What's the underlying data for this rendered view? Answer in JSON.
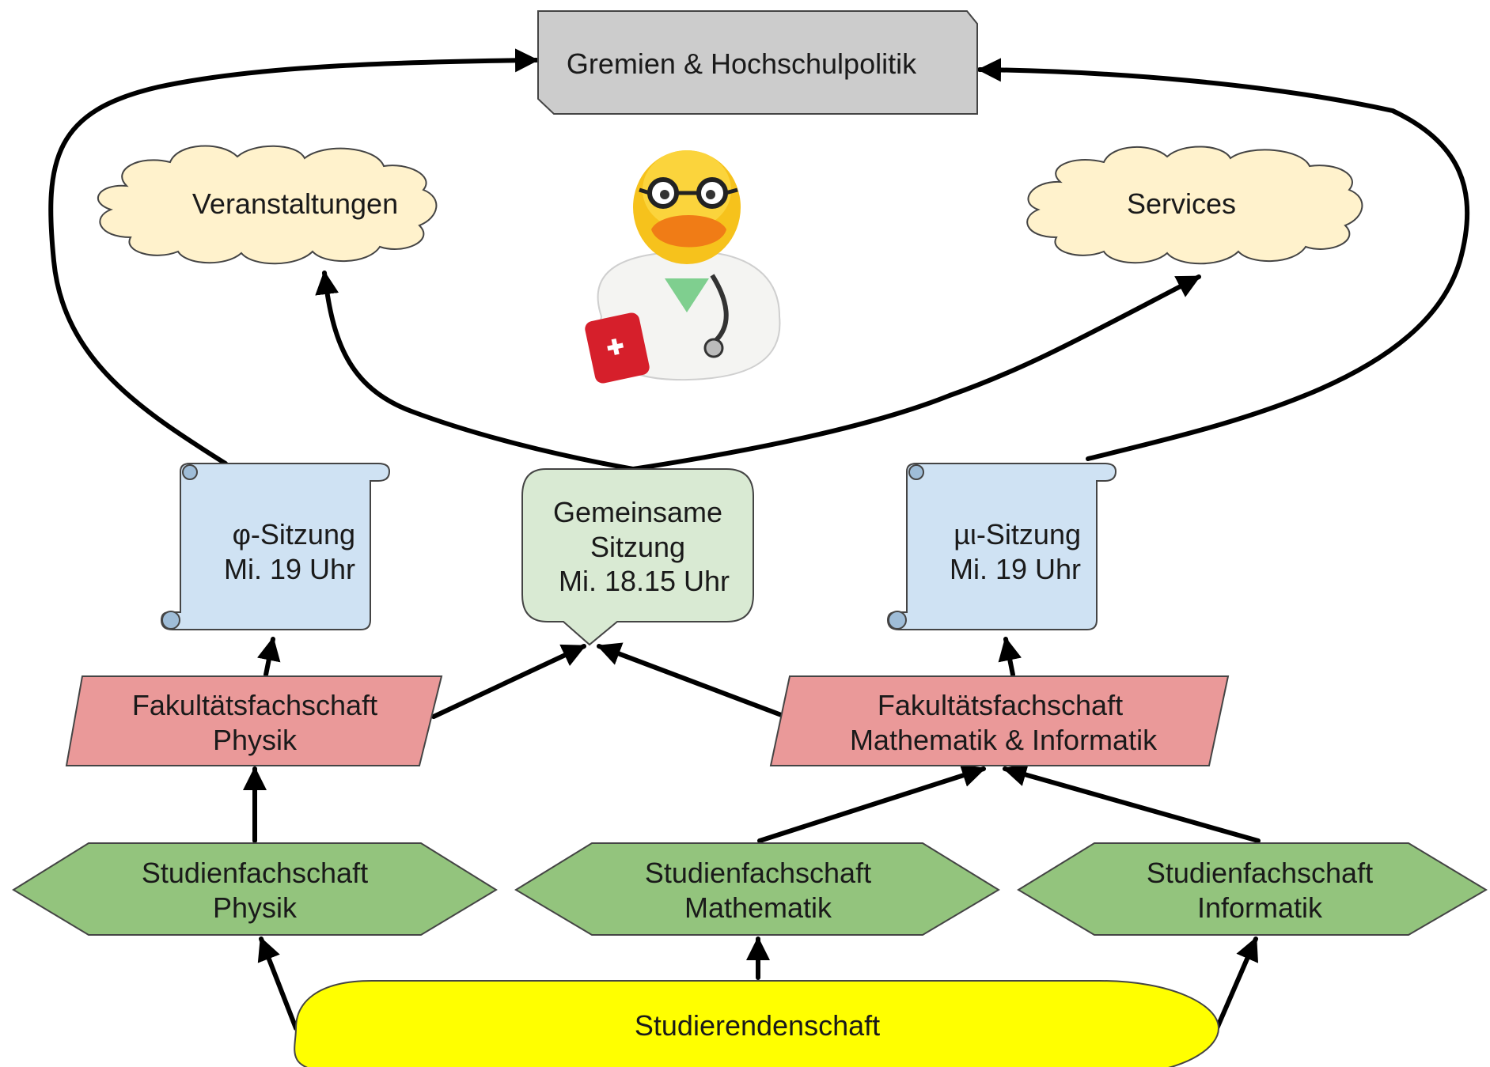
{
  "nodes": {
    "gremien": {
      "lines": [
        "Gremien & Hochschulpolitik"
      ]
    },
    "veranstaltungen": {
      "lines": [
        "Veranstaltungen"
      ]
    },
    "services": {
      "lines": [
        "Services"
      ]
    },
    "phi_sitzung": {
      "lines": [
        "φ-Sitzung",
        "Mi. 19 Uhr"
      ]
    },
    "gemeinsame_sitzung": {
      "lines": [
        "Gemeinsame",
        "Sitzung",
        "Mi. 18.15 Uhr"
      ]
    },
    "mui_sitzung": {
      "lines": [
        "µι-Sitzung",
        "Mi. 19 Uhr"
      ]
    },
    "fak_physik": {
      "lines": [
        "Fakultätsfachschaft",
        "Physik"
      ]
    },
    "fak_mathinf": {
      "lines": [
        "Fakultätsfachschaft",
        "Mathematik & Informatik"
      ]
    },
    "stud_physik": {
      "lines": [
        "Studienfachschaft",
        "Physik"
      ]
    },
    "stud_mathe": {
      "lines": [
        "Studienfachschaft",
        "Mathematik"
      ]
    },
    "stud_info": {
      "lines": [
        "Studienfachschaft",
        "Informatik"
      ]
    },
    "studierendenschaft": {
      "lines": [
        "Studierendenschaft"
      ]
    }
  },
  "colors": {
    "gremien_fill": "#cccccc",
    "cloud_fill": "#fff2cc",
    "scroll_fill": "#cfe2f3",
    "callout_fill": "#d9ead3",
    "fakultaet_fill": "#ea9999",
    "hexagon_fill": "#93c47d",
    "oval_fill": "#ffff00",
    "edge_color": "#000000"
  },
  "icons": {
    "mascot": "rubber-duck-doctor-icon"
  }
}
